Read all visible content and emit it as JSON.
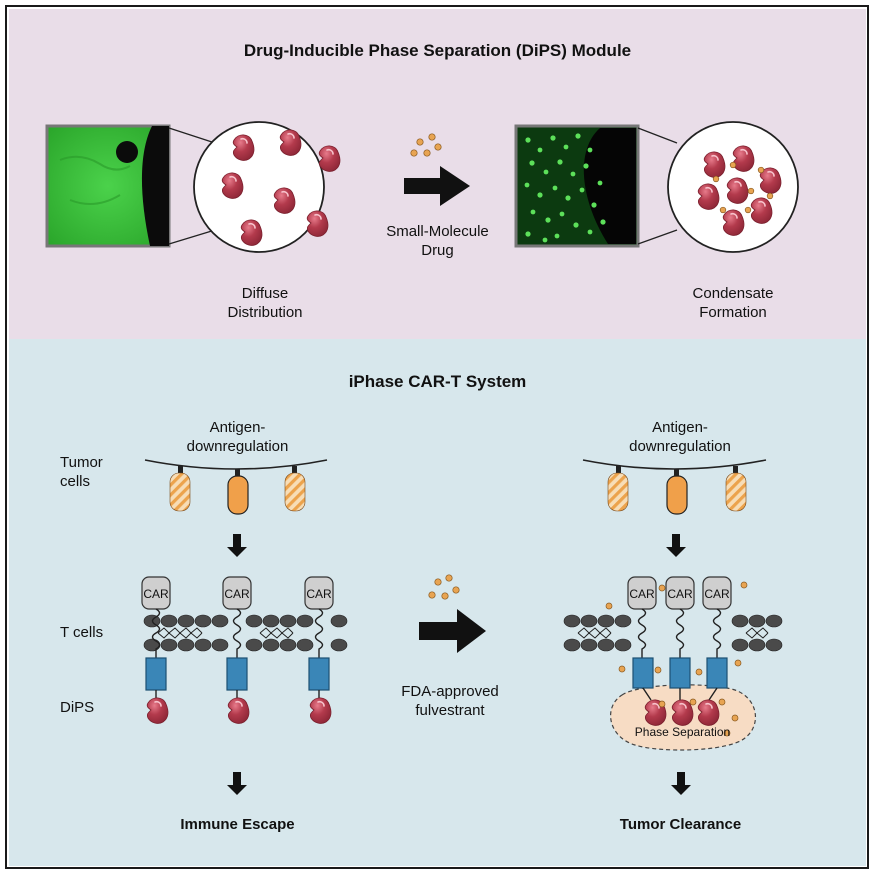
{
  "dips_module": {
    "title": "Drug-Inducible Phase Separation (DiPS) Module",
    "diffuse_label_1": "Diffuse",
    "diffuse_label_2": "Distribution",
    "drug_label_1": "Small-Molecule",
    "drug_label_2": "Drug",
    "condensate_label_1": "Condensate",
    "condensate_label_2": "Formation"
  },
  "iphase_system": {
    "title": "iPhase CAR-T System",
    "row_labels": {
      "tumor_1": "Tumor",
      "tumor_2": "cells",
      "tcells": "T cells",
      "dips": "DiPS"
    },
    "left": {
      "antigen_1": "Antigen-",
      "antigen_2": "downregulation",
      "car_labels": [
        "CAR",
        "CAR",
        "CAR"
      ],
      "outcome": "Immune Escape"
    },
    "middle": {
      "drug_1": "FDA-approved",
      "drug_2": "fulvestrant"
    },
    "right": {
      "antigen_1": "Antigen-",
      "antigen_2": "downregulation",
      "car_labels": [
        "CAR",
        "CAR",
        "CAR"
      ],
      "phase_label": "Phase Separation",
      "outcome": "Tumor Clearance"
    }
  },
  "colors": {
    "top_bg": "#e9dde8",
    "bottom_bg": "#d7e7ec",
    "protein": "#b0394a",
    "antigen": "#f0a04a",
    "drug_dot": "#e8a452",
    "dips_box": "#3a86b7",
    "cell_green": "#39c43a"
  }
}
